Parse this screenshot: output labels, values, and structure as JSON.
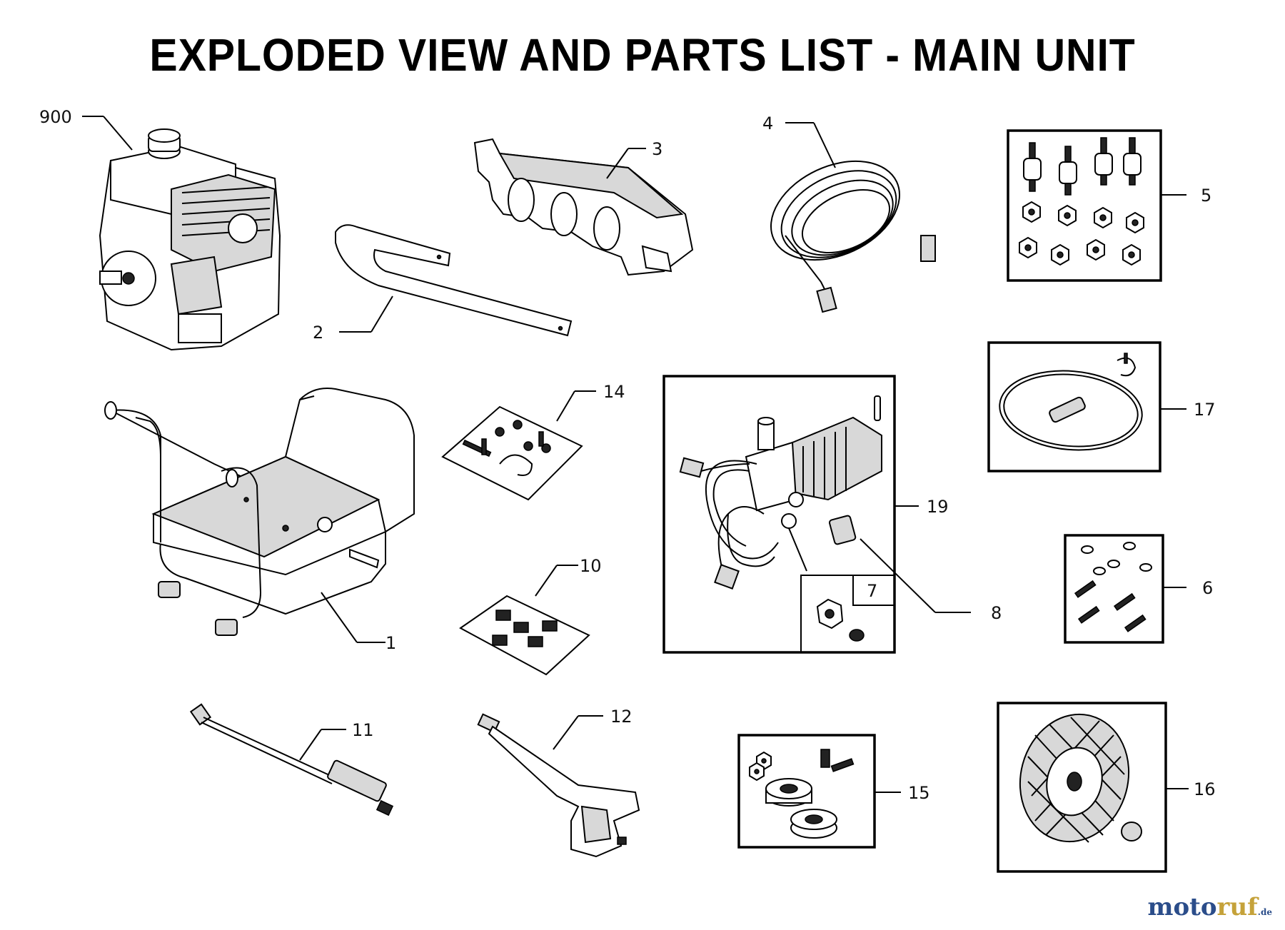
{
  "title": "EXPLODED VIEW AND PARTS LIST - MAIN UNIT",
  "callouts": {
    "c900": "900",
    "c1": "1",
    "c2": "2",
    "c3": "3",
    "c4": "4",
    "c5": "5",
    "c6": "6",
    "c7": "7",
    "c8": "8",
    "c10": "10",
    "c11": "11",
    "c12": "12",
    "c14": "14",
    "c15": "15",
    "c16": "16",
    "c17": "17",
    "c19": "19"
  },
  "watermark": {
    "part1": "moto",
    "part2": "ruf",
    "part3": ".de"
  },
  "colors": {
    "ink": "#000000",
    "paper": "#ffffff",
    "watermark_blue": "#2b4d8a",
    "watermark_gold": "#c5a23a"
  }
}
